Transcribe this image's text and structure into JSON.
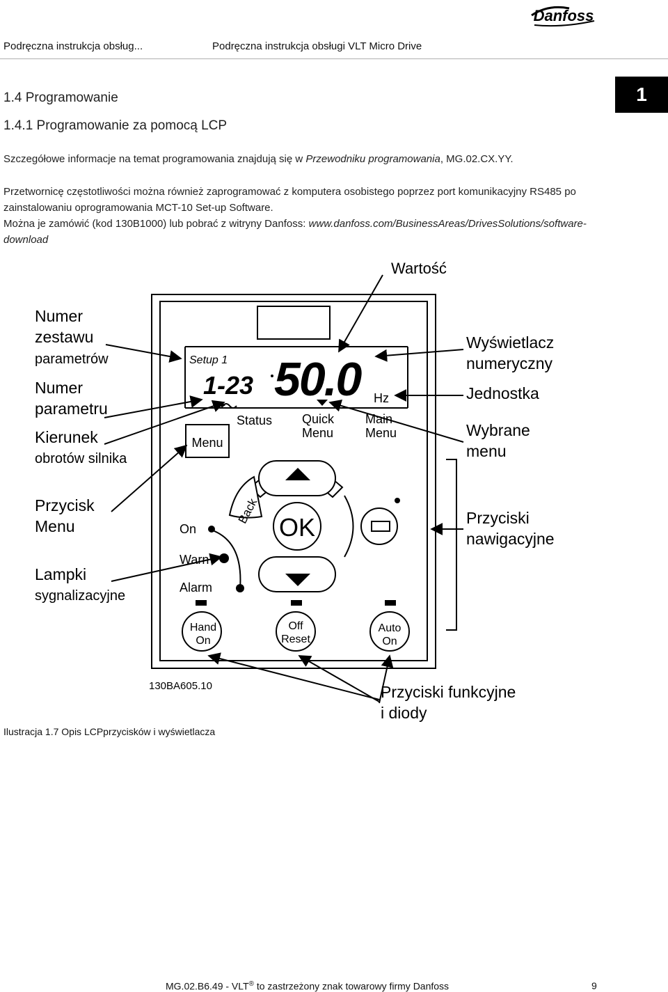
{
  "header": {
    "left": "Podręczna instrukcja obsług...",
    "center": "Podręczna instrukcja obsługi VLT Micro Drive",
    "brand": "Danfoss"
  },
  "chapter_tab": "1",
  "section_title": "1.4  Programowanie",
  "subsection_title": "1.4.1  Programowanie za pomocą LCP",
  "para1": {
    "text": "Szczegółowe informacje na temat programowania znajdują się w ",
    "italic": "Przewodniku programowania",
    "suffix": ", MG.02.CX.YY."
  },
  "para2": {
    "line1": "Przetwornicę częstotliwości można również zaprogramować z komputera osobistego poprzez port komunikacyjny RS485 po",
    "line2": "zainstalowaniu oprogramowania MCT-10 Set-up Software.",
    "line3_prefix": "Można je zamówić (kod 130B1000) lub pobrać z witryny Danfoss: ",
    "line3_link": "www.danfoss.com/BusinessAreas/DrivesSolutions/software-",
    "line4_link": "download"
  },
  "figure": {
    "callouts": {
      "wartosc": "Wartość",
      "numer_zestawu": [
        "Numer",
        "zestawu",
        "parametrów"
      ],
      "numer_parametru": [
        "Numer",
        "parametru"
      ],
      "kierunek": [
        "Kierunek",
        "obrotów silnika"
      ],
      "przycisk_menu": [
        "Przycisk",
        "Menu"
      ],
      "lampki": [
        "Lampki",
        "sygnalizacyjne"
      ],
      "wyswietlacz": [
        "Wyświetlacz",
        "numeryczny"
      ],
      "jednostka": "Jednostka",
      "wybrane_menu": [
        "Wybrane",
        "menu"
      ],
      "przyciski_nawigacyjne": [
        "Przyciski",
        "nawigacyjne"
      ],
      "przyciski_funkcyjne": [
        "Przyciski funkcyjne",
        "i diody"
      ]
    },
    "lcd": {
      "setup": "Setup 1",
      "param": "1-23",
      "value": "50.0",
      "unit": "Hz",
      "status": "Status",
      "quick_menu": [
        "Quick",
        "Menu"
      ],
      "main_menu": [
        "Main",
        "Menu"
      ]
    },
    "buttons": {
      "menu": "Menu",
      "back": "Back",
      "ok": "OK",
      "hand_on": [
        "Hand",
        "On"
      ],
      "off_reset": [
        "Off",
        "Reset"
      ],
      "auto_on": [
        "Auto",
        "On"
      ]
    },
    "lamps": {
      "on": "On",
      "warn": "Warn",
      "alarm": "Alarm"
    },
    "code": "130BA605.10"
  },
  "caption": "Ilustracja 1.7 Opis LCPprzycisków i wyświetlacza",
  "footer": {
    "left": "MG.02.B6.49 - VLT",
    "reg": "®",
    "right": " to zastrzeżony znak towarowy firmy Danfoss",
    "page": "9"
  }
}
